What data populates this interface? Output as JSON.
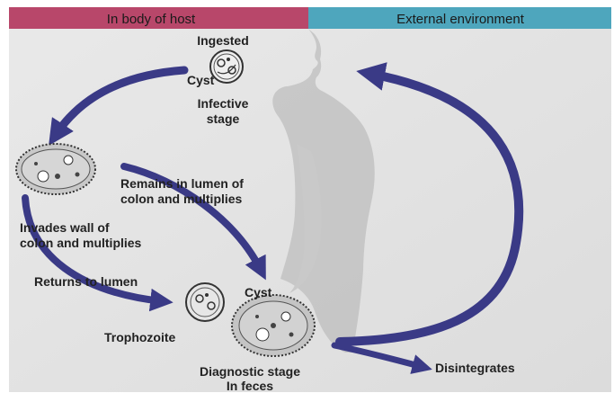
{
  "header": {
    "host_label": "In body of host",
    "environment_label": "External environment",
    "host_color": "#b8476a",
    "environment_color": "#4ea6bd"
  },
  "labels": {
    "ingested": "Ingested",
    "cyst_top": "Cyst",
    "infective_stage_line1": "Infective",
    "infective_stage_line2": "stage",
    "remains_line1": "Remains in lumen of",
    "remains_line2": "colon and multiplies",
    "invades_line1": "Invades wall of",
    "invades_line2": "colon and multiplies",
    "returns": "Returns to lumen",
    "cyst_bottom": "Cyst",
    "trophozoite": "Trophozoite",
    "diagnostic_line1": "Diagnostic stage",
    "diagnostic_line2": "In feces",
    "disintegrates": "Disintegrates"
  },
  "colors": {
    "arrow": "#3a3a86",
    "body_silhouette": "#bdbdbd",
    "background": "#e4e4e4"
  }
}
